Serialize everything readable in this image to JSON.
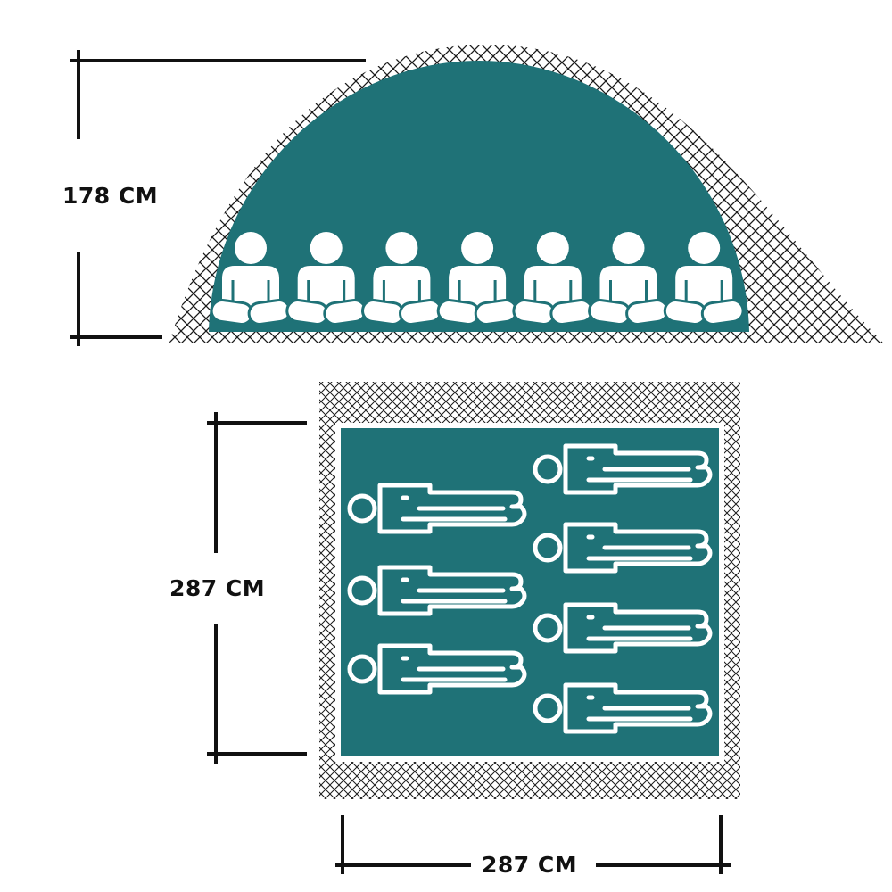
{
  "dimensions": {
    "height": "178 CM",
    "depth": "287 CM",
    "width": "287 CM"
  },
  "colors": {
    "tent_fill": "#1f7277",
    "mesh": "#1a1a1a",
    "line": "#111111",
    "figure": "#ffffff"
  },
  "side_view": {
    "seated_people": 7,
    "icon": "seated-person-icon"
  },
  "top_view": {
    "lying_people": 7,
    "icon": "lying-person-icon"
  }
}
